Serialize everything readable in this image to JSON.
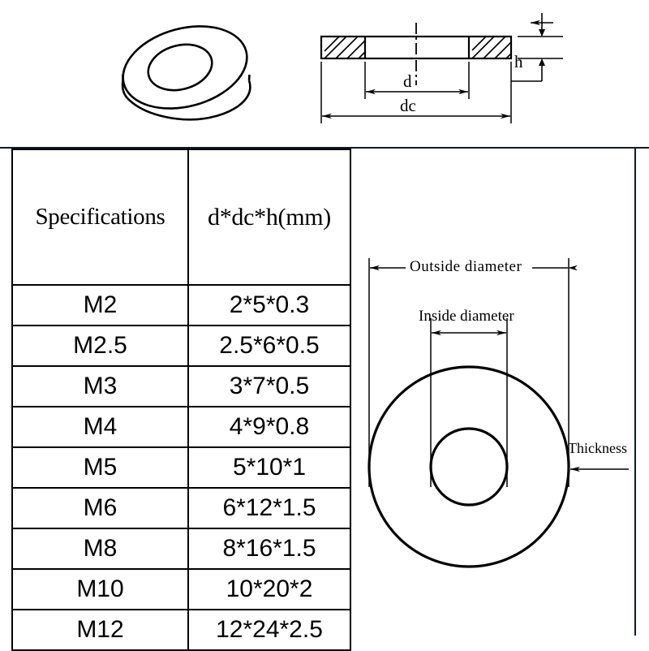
{
  "diagram": {
    "washer_3d": {
      "name": "flat washer isometric view"
    },
    "cross_section": {
      "labels": {
        "inner_diameter": "d",
        "outer_diameter": "dc",
        "thickness": "h"
      }
    },
    "plan_view": {
      "outside_diameter_label": "Outside  diameter",
      "inside_diameter_label": "Inside diameter",
      "thickness_label": "Thickness"
    }
  },
  "table": {
    "headers": {
      "specifications": "Specifications",
      "dimensions": "d*dc*h(mm)"
    },
    "rows": [
      {
        "spec": "M2",
        "dim": "2*5*0.3"
      },
      {
        "spec": "M2.5",
        "dim": "2.5*6*0.5"
      },
      {
        "spec": "M3",
        "dim": "3*7*0.5"
      },
      {
        "spec": "M4",
        "dim": "4*9*0.8"
      },
      {
        "spec": "M5",
        "dim": "5*10*1"
      },
      {
        "spec": "M6",
        "dim": "6*12*1.5"
      },
      {
        "spec": "M8",
        "dim": "8*16*1.5"
      },
      {
        "spec": "M10",
        "dim": "10*20*2"
      },
      {
        "spec": "M12",
        "dim": "12*24*2.5"
      }
    ]
  },
  "colors": {
    "line": "#000000",
    "divider": "#0d1b2e",
    "background": "#ffffff"
  }
}
